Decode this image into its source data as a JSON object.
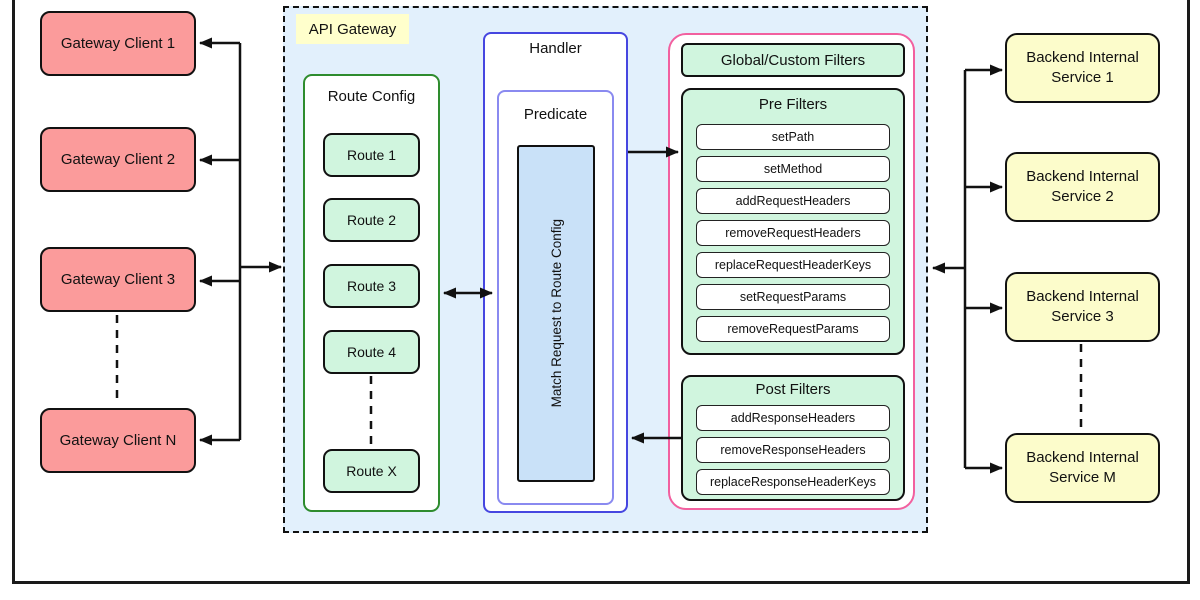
{
  "colors": {
    "client-fill": "#FB9B9B",
    "backend-fill": "#FCFCCB",
    "label-fill": "#FFFFCC",
    "gateway-bg": "#E2F0FC",
    "mint-fill": "#D0F5DE",
    "match-fill": "#C9E1F8",
    "green-border": "#2E8C2E",
    "handler-border": "#4646E0",
    "predicate-border": "#8A8AF0",
    "pink-border": "#F2609F"
  },
  "clients": [
    {
      "label": "Gateway Client 1"
    },
    {
      "label": "Gateway Client 2"
    },
    {
      "label": "Gateway Client 3"
    },
    {
      "label": "Gateway Client N"
    }
  ],
  "gateway": {
    "label": "API Gateway",
    "route_config": {
      "title": "Route Config",
      "routes": [
        "Route 1",
        "Route 2",
        "Route 3",
        "Route 4",
        "Route X"
      ]
    },
    "handler": {
      "title": "Handler",
      "predicate": {
        "title": "Predicate",
        "match_label": "Match Request to Route Config"
      }
    },
    "filters": {
      "global_title": "Global/Custom Filters",
      "pre": {
        "title": "Pre Filters",
        "items": [
          "setPath",
          "setMethod",
          "addRequestHeaders",
          "removeRequestHeaders",
          "replaceRequestHeaderKeys",
          "setRequestParams",
          "removeRequestParams"
        ]
      },
      "post": {
        "title": "Post Filters",
        "items": [
          "addResponseHeaders",
          "removeResponseHeaders",
          "replaceResponseHeaderKeys"
        ]
      }
    }
  },
  "backends": [
    {
      "label": "Backend Internal Service 1"
    },
    {
      "label": "Backend Internal Service 2"
    },
    {
      "label": "Backend Internal Service 3"
    },
    {
      "label": "Backend Internal Service M"
    }
  ]
}
